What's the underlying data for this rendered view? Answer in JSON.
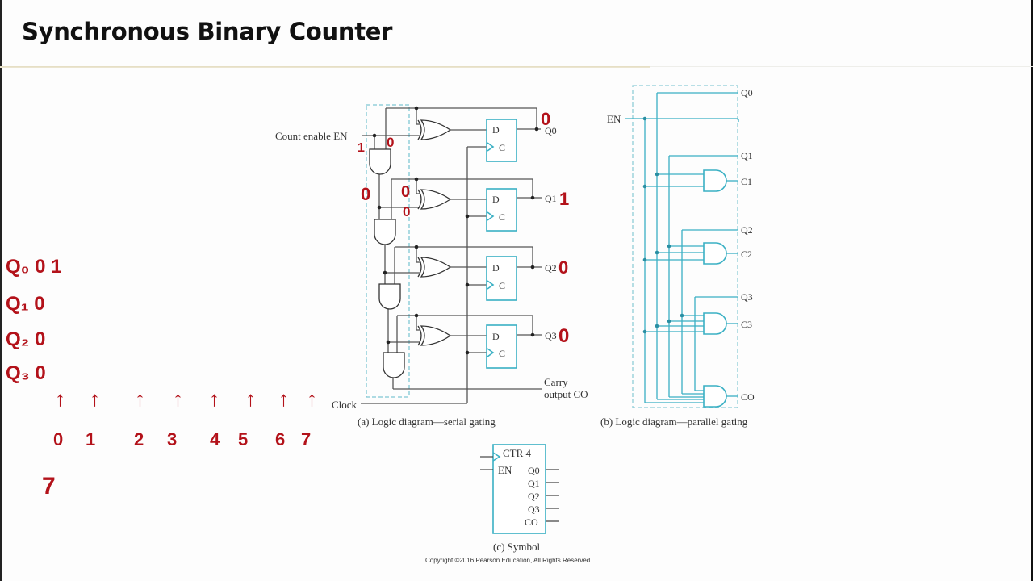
{
  "slide": {
    "title": "Synchronous Binary Counter",
    "copyright": "Copyright ©2016 Pearson Education, All Rights Reserved"
  },
  "colors": {
    "circuit_accent": "#3ab0c4",
    "wire": "#444444",
    "ink": "#b3121a"
  },
  "serial": {
    "en_label": "Count enable EN",
    "clock_label": "Clock",
    "carry_label_1": "Carry",
    "carry_label_2": "output CO",
    "caption": "(a) Logic diagram—serial gating",
    "ff_d": "D",
    "ff_c": "C",
    "outputs": [
      "Q0",
      "Q1",
      "Q2",
      "Q3"
    ]
  },
  "parallel": {
    "en_label": "EN",
    "caption": "(b) Logic diagram—parallel gating",
    "labels": [
      "Q0",
      "Q1",
      "C1",
      "Q2",
      "C2",
      "Q3",
      "C3",
      "CO"
    ]
  },
  "symbol": {
    "name": "CTR 4",
    "en": "EN",
    "outputs": [
      "Q0",
      "Q1",
      "Q2",
      "Q3",
      "CO"
    ],
    "caption": "(c) Symbol"
  },
  "annotations": {
    "circuit_marks": [
      "1",
      "0",
      "0",
      "0",
      "0",
      "0",
      "1",
      "0",
      "0"
    ],
    "state_rows": [
      "Q₀ 0 1",
      "Q₁ 0",
      "Q₂ 0",
      "Q₃ 0"
    ],
    "clock_arrows": [
      "↑",
      "↑",
      "↑",
      "↑",
      "↑",
      "↑",
      "↑",
      "↑"
    ],
    "count_digits": [
      "0",
      "1",
      "2",
      "3",
      "4",
      "5",
      "6",
      "7"
    ],
    "extra_mark": "7"
  }
}
